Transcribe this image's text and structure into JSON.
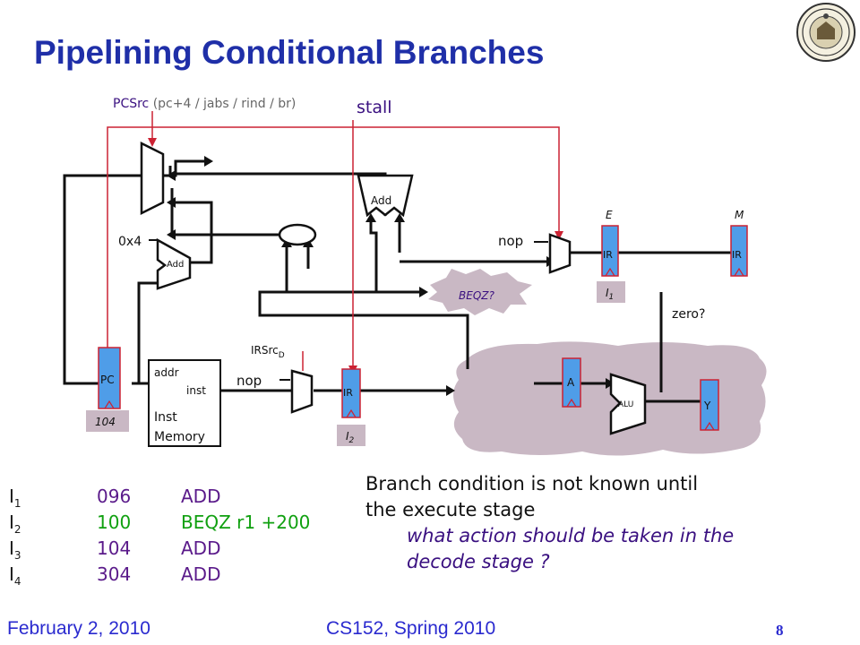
{
  "slide": {
    "title": "Pipelining Conditional Branches",
    "footer_date": "February 2, 2010",
    "footer_course": "CS152, Spring 2010",
    "page_number": "8"
  },
  "diagram": {
    "pcsrc_main": "PCSrc",
    "pcsrc_options": " (pc+4 / jabs / rind / br)",
    "stall": "stall",
    "add_top": "Add",
    "add_left": "Add",
    "const_0x4": "0x4",
    "nop_execute": "nop",
    "nop_decode": "nop",
    "ir_decode": "IR",
    "ir_execute": "IR",
    "ir_memory": "IR",
    "stage_e": "E",
    "stage_m": "M",
    "beqz": "BEQZ?",
    "i1_tag": "I",
    "i1_sub": "1",
    "i2_tag": "I",
    "i2_sub": "2",
    "zero": "zero?",
    "irsrc": "IRSrc",
    "irsrc_sub": "D",
    "pc": "PC",
    "pc_value": "104",
    "mem_addr": "addr",
    "mem_inst": "inst",
    "mem_name1": "Inst",
    "mem_name2": "Memory",
    "reg_a": "A",
    "alu": "ALU",
    "reg_y": "Y"
  },
  "instructions": [
    {
      "label": "I",
      "sub": "1",
      "addr": "096",
      "op": "ADD"
    },
    {
      "label": "I",
      "sub": "2",
      "addr": "100",
      "op": "BEQZ r1 +200"
    },
    {
      "label": "I",
      "sub": "3",
      "addr": "104",
      "op": "ADD"
    },
    {
      "label": "I",
      "sub": "4",
      "addr": "304",
      "op": "ADD"
    }
  ],
  "explanation": {
    "line1": "Branch condition is not known until",
    "line2": "the execute stage",
    "sub1": "what action should be taken in the",
    "sub2": "decode stage ?"
  },
  "colors": {
    "title": "#1f2fa8",
    "register_fill": "#4f9de8",
    "register_border": "#cc2233",
    "control_wire": "#cc2233",
    "tag_fill": "#c9b8c4",
    "highlight_text": "#10a010",
    "address_text": "#5a1a8a"
  }
}
